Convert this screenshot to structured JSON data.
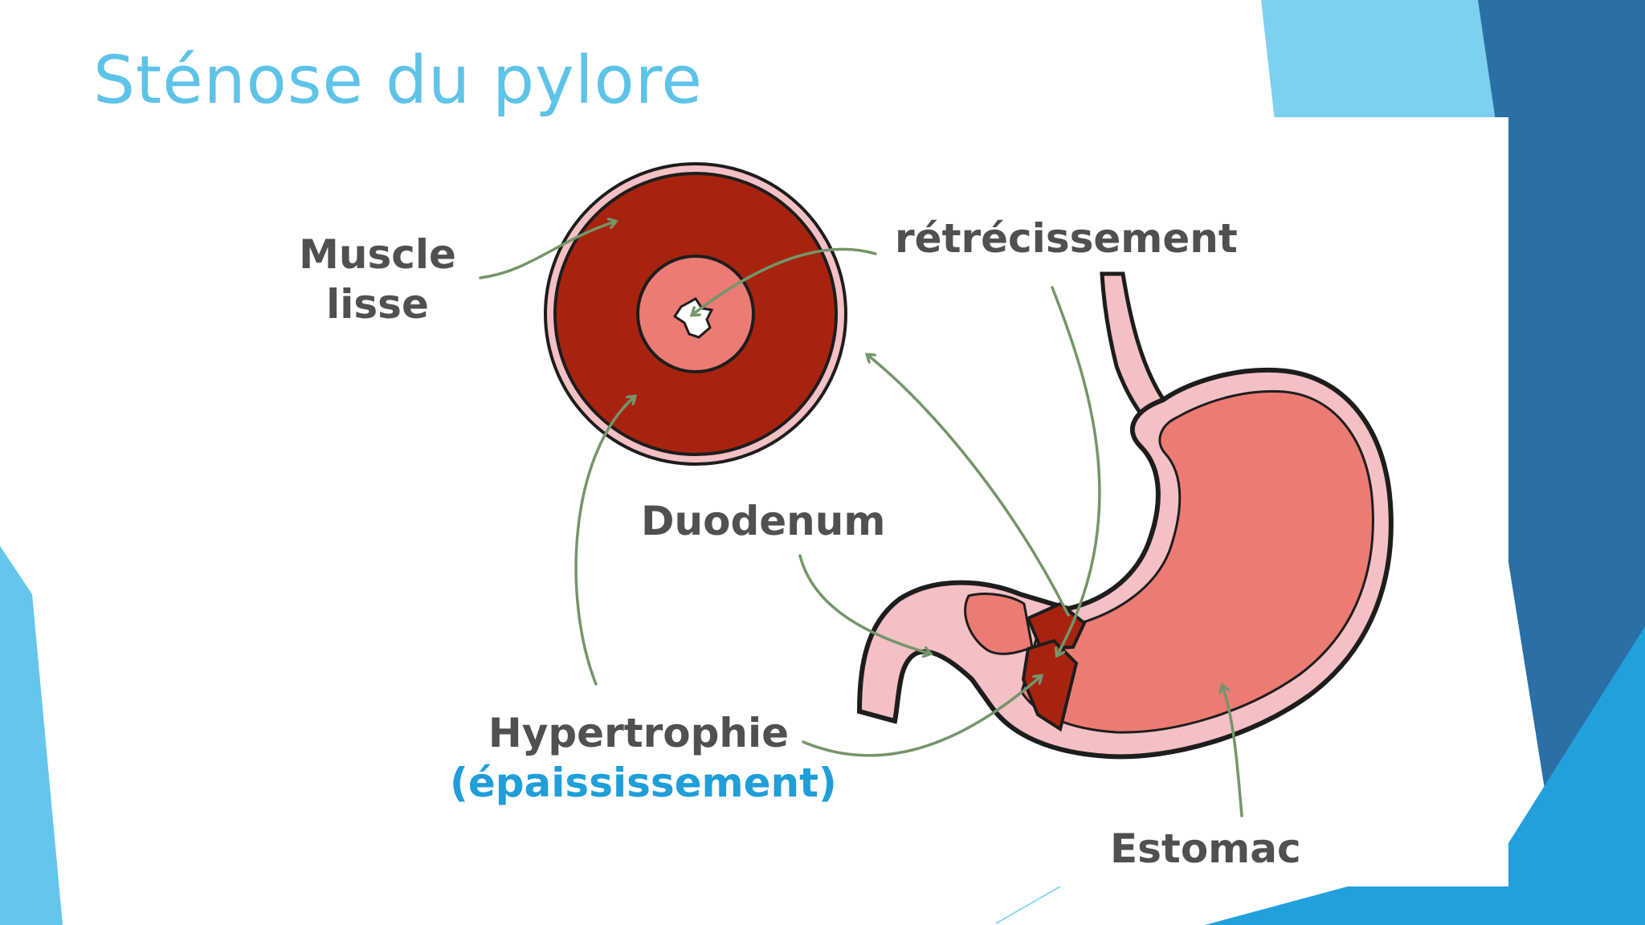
{
  "slide": {
    "title": "Sténose du pylore",
    "title_color": "#5ec3e8",
    "accent_colors": [
      "#2a6fa6",
      "#35a4de",
      "#7ed0f0",
      "#22a0dc"
    ]
  },
  "figure": {
    "labels": {
      "muscle_line1": "Muscle",
      "muscle_line2": "lisse",
      "narrowing": "rétrécissement",
      "duodenum": "Duodenum",
      "hypertrophy": "Hypertrophie",
      "thickening": "(épaississement)",
      "stomach": "Estomac"
    },
    "label_color": "#505050",
    "thickening_color": "#1f9ed8",
    "colors": {
      "muscle": "#a8230f",
      "lumen_wall": "#ec7b74",
      "mucosa_light": "#f4c0c4",
      "outline": "#1d1d1d",
      "arrow": "#74956a",
      "stomach_fill": "#ec7b74"
    }
  }
}
